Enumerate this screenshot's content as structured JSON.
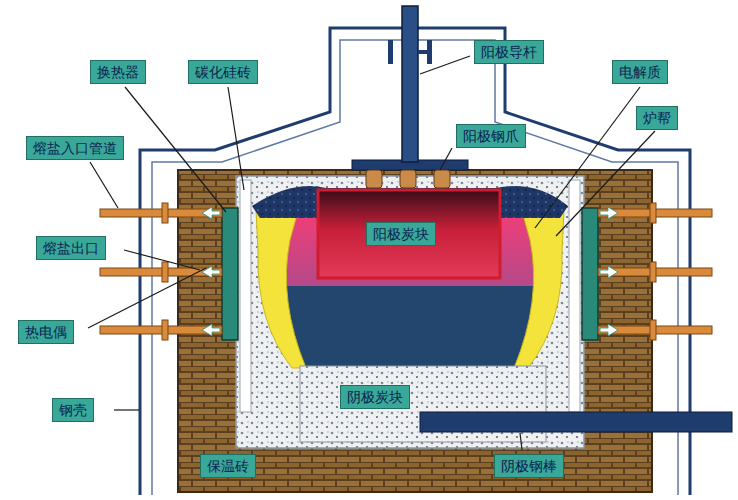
{
  "diagram": {
    "nodes": [
      {
        "text": [
          "阳极导杆"
        ]
      },
      {
        "text": [
          "换热器"
        ]
      },
      {
        "text": [
          "碳化硅砖"
        ]
      },
      {
        "text": [
          "电解质"
        ]
      },
      {
        "text": [
          "熔盐入口管道"
        ]
      },
      {
        "text": [
          "炉帮"
        ]
      },
      {
        "text": [
          "阳极钢爪"
        ]
      },
      {
        "text": [
          "阳极炭块"
        ]
      },
      {
        "text": [
          "熔盐出口"
        ]
      },
      {
        "text": [
          "热电偶"
        ]
      },
      {
        "text": [
          "钢壳"
        ]
      },
      {
        "text": [
          "阴极炭块"
        ]
      },
      {
        "text": [
          "保温砖"
        ]
      },
      {
        "text": [
          "阴极钢棒"
        ]
      }
    ],
    "edges": []
  }
}
